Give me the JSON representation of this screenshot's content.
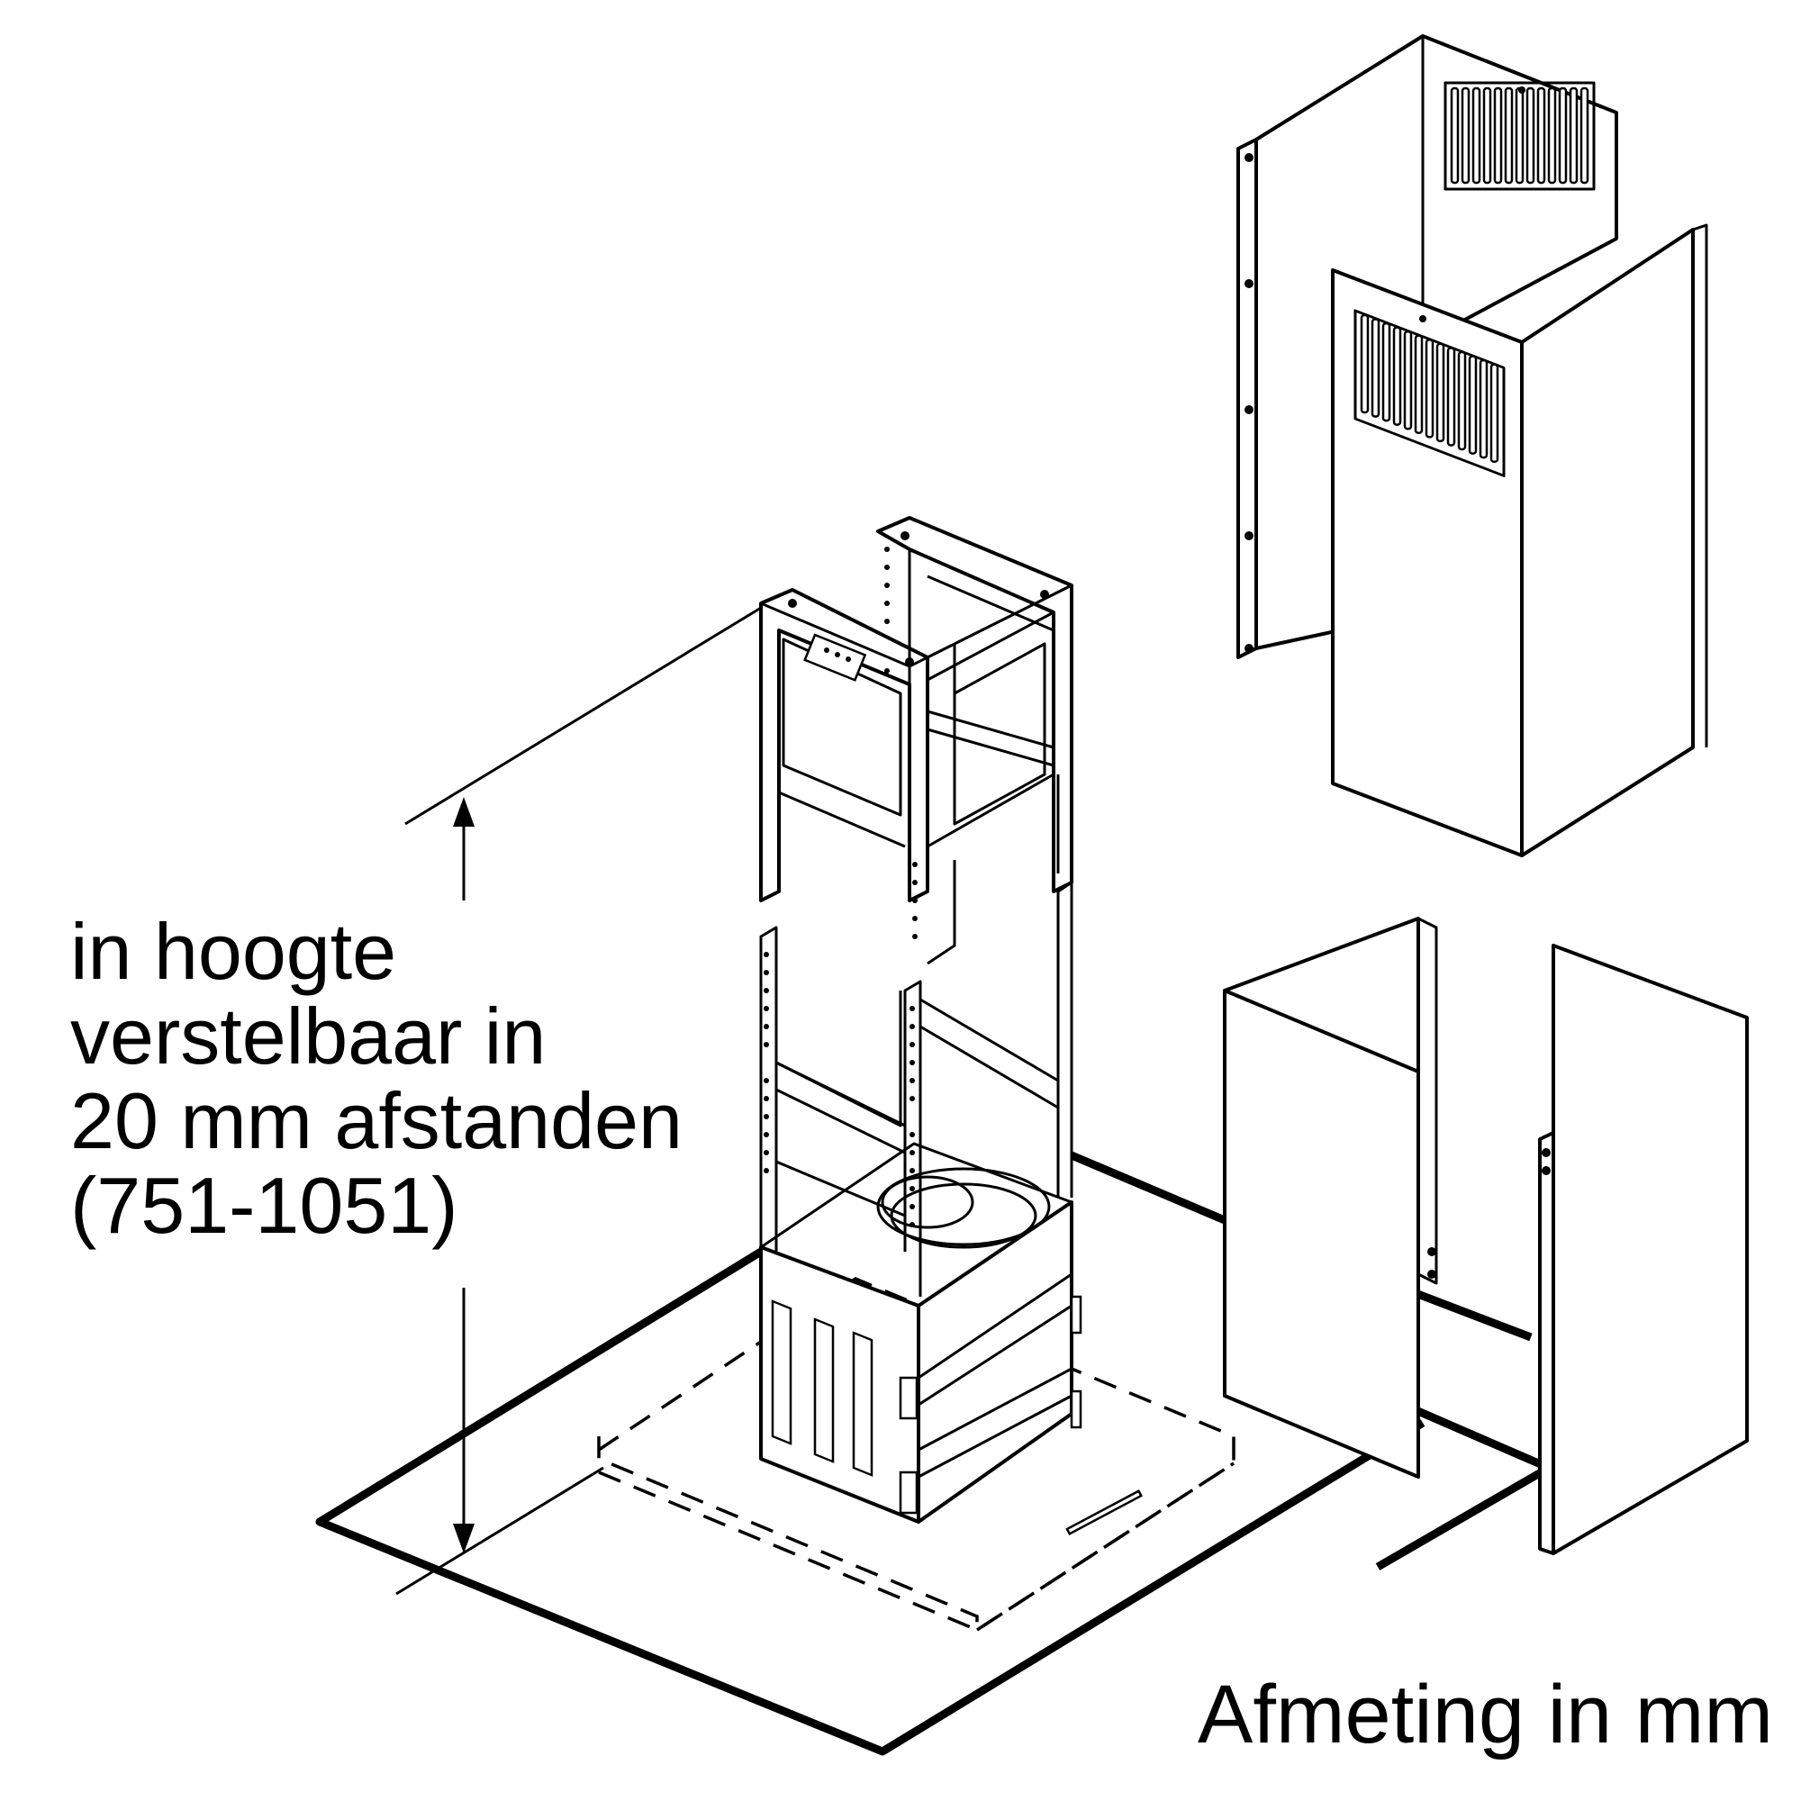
{
  "adjustment_note": {
    "lines": [
      "in hoogte",
      "verstelbaar in",
      "20 mm afstanden",
      "(751-1051)"
    ]
  },
  "unit_note": "Afmeting in mm",
  "colors": {
    "line": "#000000",
    "background": "#ffffff"
  }
}
